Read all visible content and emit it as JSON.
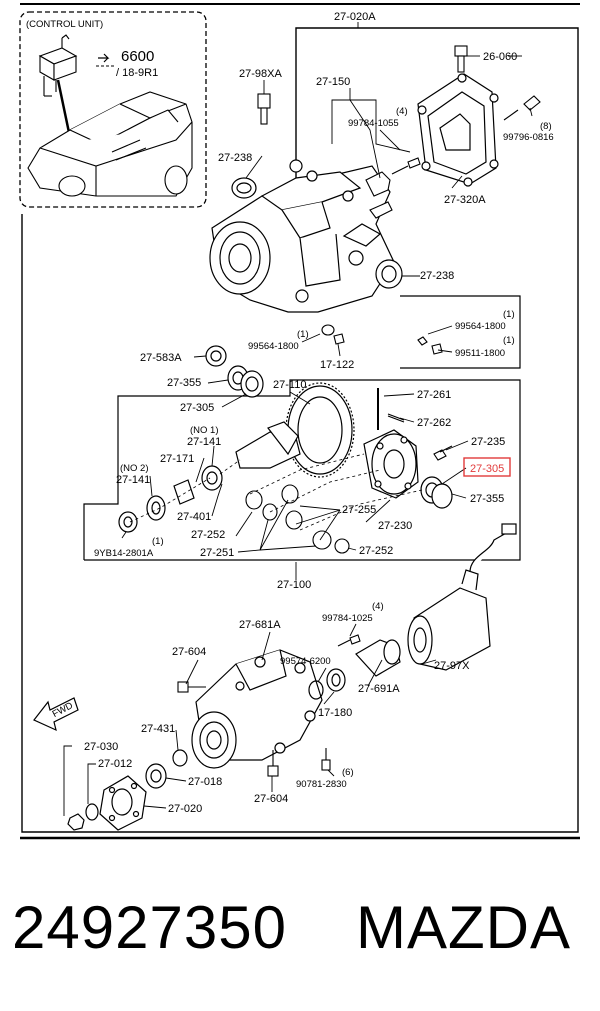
{
  "control_unit": {
    "title": "(CONTROL UNIT)",
    "ref_main": "6600",
    "ref_sub": "/ 18-9R1"
  },
  "callouts": {
    "assy_020A": "27-020A",
    "c_98XA": "27-98XA",
    "c_150": "27-150",
    "c_060": "26-060",
    "c_qty4_top": "(4)",
    "c_99784_1055": "99784-1055",
    "c_qty8": "(8)",
    "c_99796_0816": "99796-0816",
    "c_238_top": "27-238",
    "c_320A": "27-320A",
    "c_238_right": "27-238",
    "c_qty1_a": "(1)",
    "c_99564_1800_a": "99564-1800",
    "c_qty1_b": "(1)",
    "c_99511_1800": "99511-1800",
    "c_qty1_c": "(1)",
    "c_99564_1800_b": "99564-1800",
    "c_17_122": "17-122",
    "c_583A": "27-583A",
    "c_355_left": "27-355",
    "c_110": "27-110",
    "c_261": "27-261",
    "c_305_left": "27-305",
    "c_262": "27-262",
    "c_no1": "(NO 1)",
    "c_141_a": "27-141",
    "c_235": "27-235",
    "c_171": "27-171",
    "c_305_hl": "27-305",
    "c_no2": "(NO 2)",
    "c_141_b": "27-141",
    "c_355_right": "27-355",
    "c_255": "27-255",
    "c_401": "27-401",
    "c_230": "27-230",
    "c_252_a": "27-252",
    "c_qty1_d": "(1)",
    "c_9YB14": "9YB14-2801A",
    "c_251": "27-251",
    "c_252_b": "27-252",
    "c_100": "27-100",
    "c_qty4_mid": "(4)",
    "c_99784_1025": "99784-1025",
    "c_681A": "27-681A",
    "c_604_a": "27-604",
    "c_99574_6200": "99574-6200",
    "c_97X": "27-97X",
    "c_691A": "27-691A",
    "c_fwd": "FWD",
    "c_17_180": "17-180",
    "c_431": "27-431",
    "c_030": "27-030",
    "c_012": "27-012",
    "c_018": "27-018",
    "c_qty6": "(6)",
    "c_90781_2830": "90781-2830",
    "c_604_b": "27-604",
    "c_020": "27-020"
  },
  "caption": {
    "part_number": "24927350",
    "brand": "MAZDA"
  },
  "colors": {
    "highlight": "#e23b3b",
    "line": "#000000",
    "background": "#ffffff"
  }
}
